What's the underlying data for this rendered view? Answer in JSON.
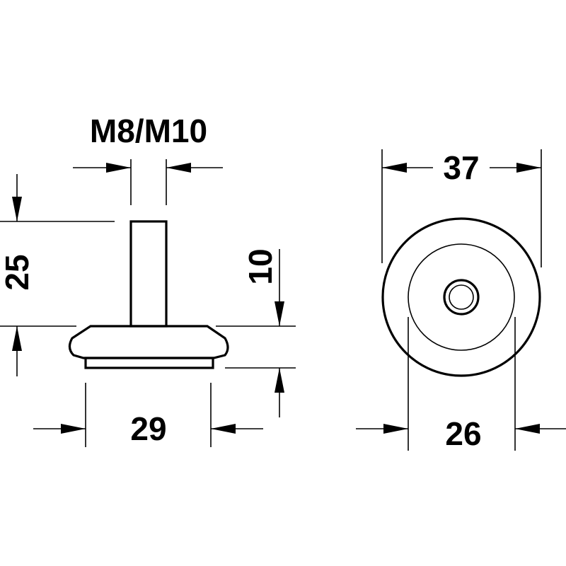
{
  "dimensions": {
    "thread": "M8/M10",
    "total_height": "25",
    "base_height": "10",
    "base_width": "29",
    "outer_diameter": "37",
    "inner_diameter": "26"
  }
}
